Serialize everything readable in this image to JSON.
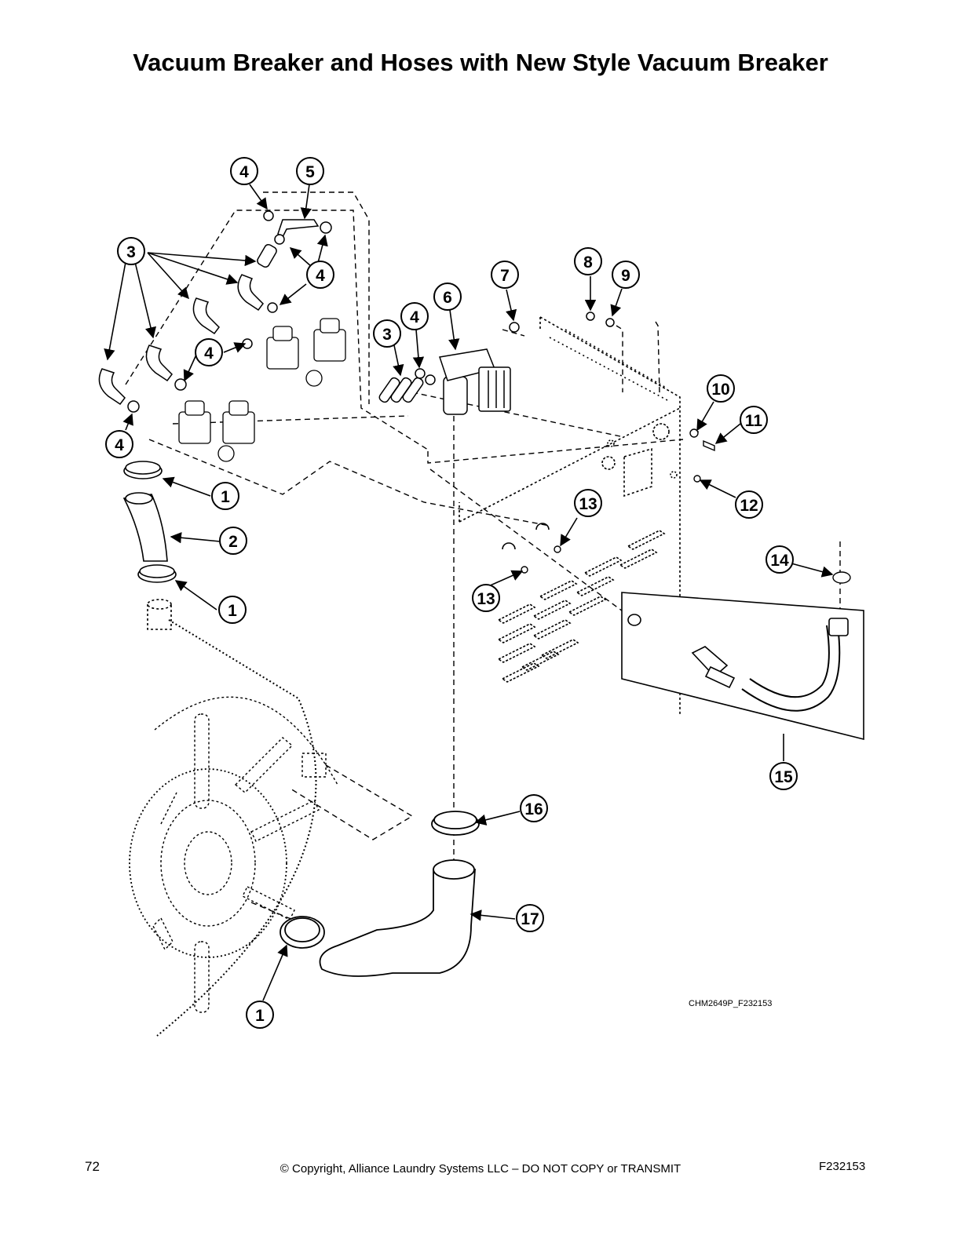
{
  "title": "Vacuum Breaker and Hoses with New Style Vacuum Breaker",
  "drawing_code": "CHM2649P_F232153",
  "callouts": [
    "4",
    "5",
    "3",
    "4",
    "4",
    "3",
    "4",
    "6",
    "7",
    "8",
    "9",
    "10",
    "11",
    "12",
    "13",
    "13",
    "14",
    "15",
    "16",
    "17",
    "1",
    "2",
    "1",
    "1",
    "4"
  ],
  "footer": {
    "page_number": "72",
    "copyright": "© Copyright, Alliance Laundry Systems LLC – DO NOT COPY or TRANSMIT",
    "document_id": "F232153"
  }
}
